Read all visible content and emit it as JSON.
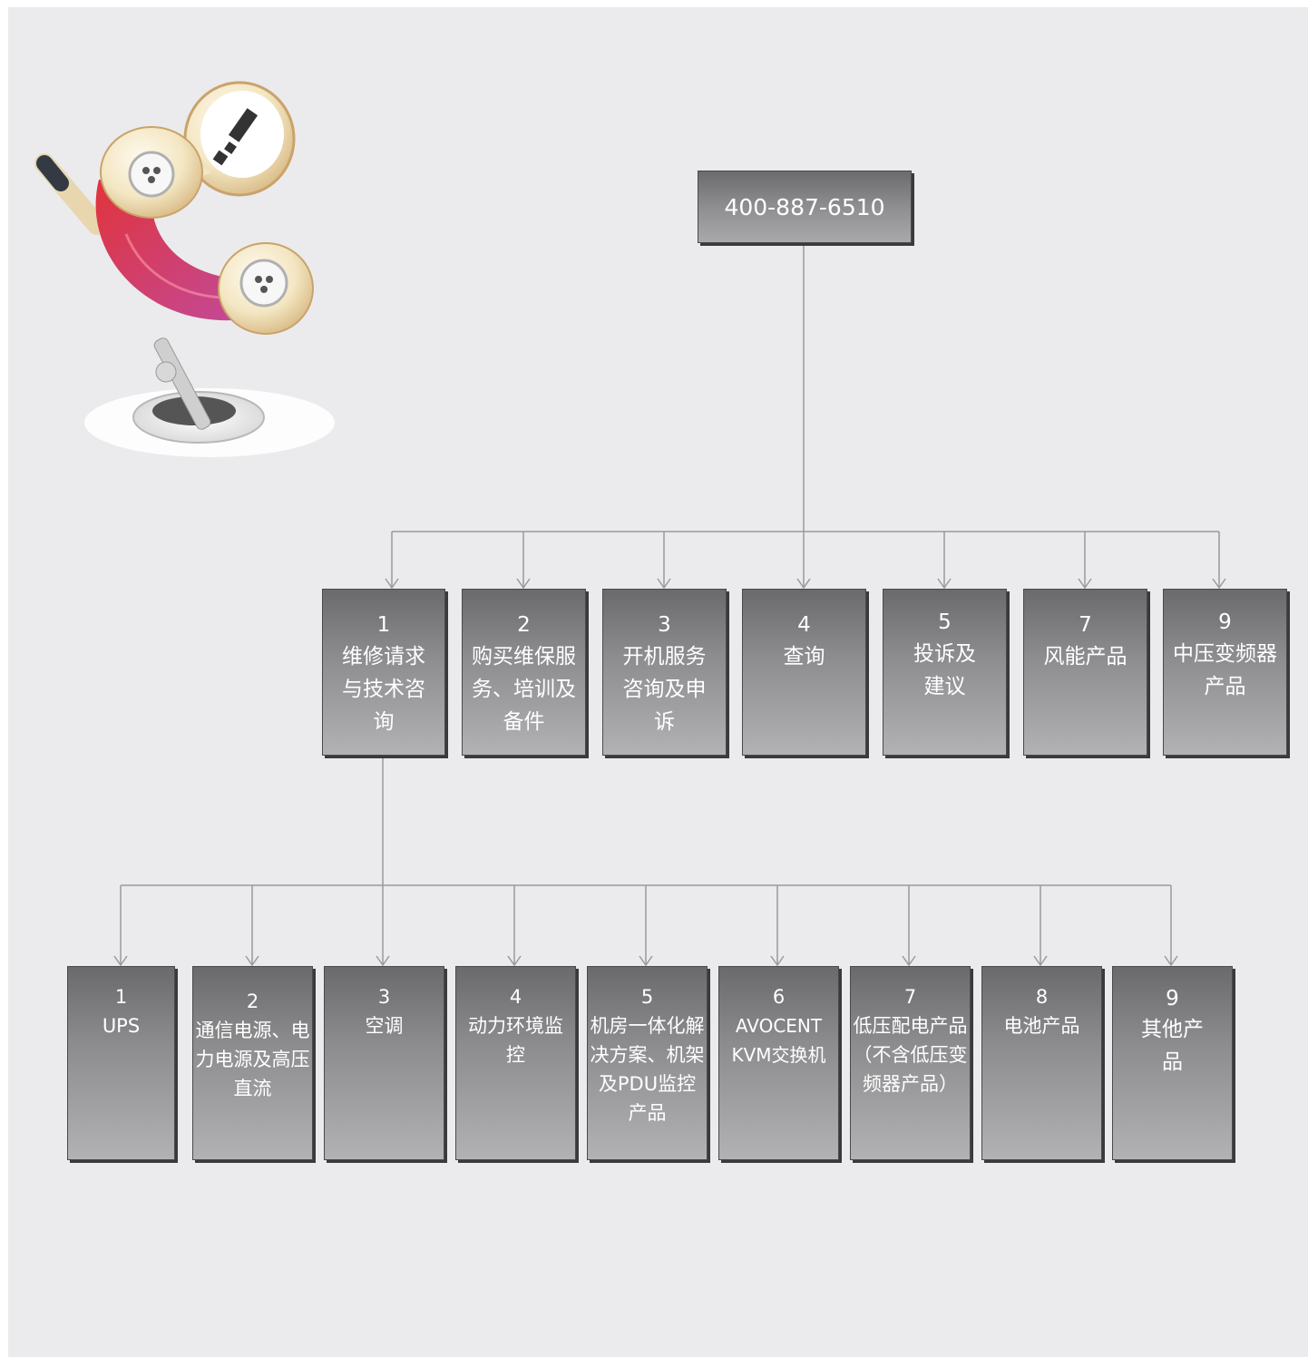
{
  "hotline": "400-887-6510",
  "level1": [
    {
      "num": "1",
      "label": "维修请求与技术咨询"
    },
    {
      "num": "2",
      "label": "购买维保服务、培训及备件"
    },
    {
      "num": "3",
      "label": "开机服务咨询及申诉"
    },
    {
      "num": "4",
      "label": "查询"
    },
    {
      "num": "5",
      "label": "投诉及建议"
    },
    {
      "num": "7",
      "label": "风能产品"
    },
    {
      "num": "9",
      "label": "中压变频器产品"
    }
  ],
  "level2": [
    {
      "num": "1",
      "label": "UPS"
    },
    {
      "num": "2",
      "label": "通信电源、电力电源及高压直流"
    },
    {
      "num": "3",
      "label": "空调"
    },
    {
      "num": "4",
      "label": "动力环境监控"
    },
    {
      "num": "5",
      "label": "机房一体化解决方案、机架及PDU监控产品"
    },
    {
      "num": "6",
      "label": "AVOCENT KVM交换机"
    },
    {
      "num": "7",
      "label": "低压配电产品（不含低压变频器产品）"
    },
    {
      "num": "8",
      "label": "电池产品"
    },
    {
      "num": "9",
      "label": "其他产品"
    }
  ],
  "colors": {
    "background": "#ebebed",
    "box_dark": "#6a6a6c",
    "box_light": "#b2b2b4",
    "connector": "#9a9a9c",
    "phone_handset": "#d63a4a",
    "phone_ear": "#f3e6c2"
  },
  "icons": {
    "illustration": "telephone-handset-with-exclamation-bubble"
  }
}
